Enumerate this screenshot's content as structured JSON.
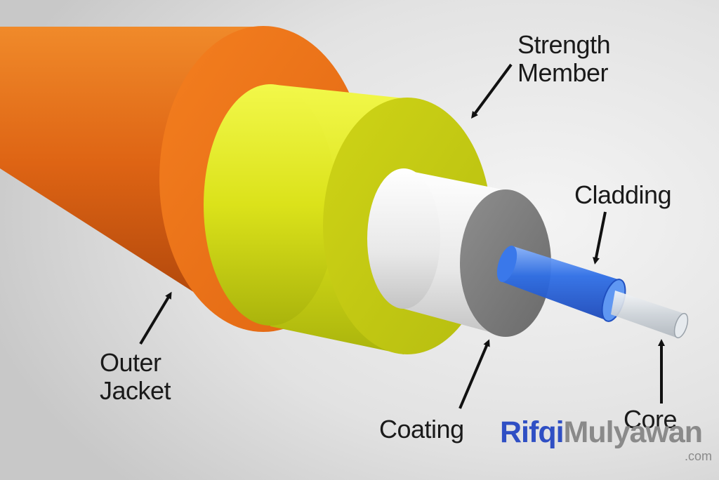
{
  "labels": {
    "strength_member": [
      "Strength",
      "Member"
    ],
    "cladding": "Cladding",
    "outer_jacket": [
      "Outer",
      "Jacket"
    ],
    "coating": "Coating",
    "core": "Core"
  },
  "watermark": {
    "brand_part1": "Rifqi",
    "brand_part2": "Mulyawan",
    "suffix": ".com"
  },
  "colors": {
    "outer_jacket": "#e8701c",
    "strength_member": "#d9e31d",
    "coating": "#f2f2f2",
    "cladding": "#3f7fe0",
    "core": "#d8dde2",
    "watermark_blue": "#2f4fc4"
  }
}
